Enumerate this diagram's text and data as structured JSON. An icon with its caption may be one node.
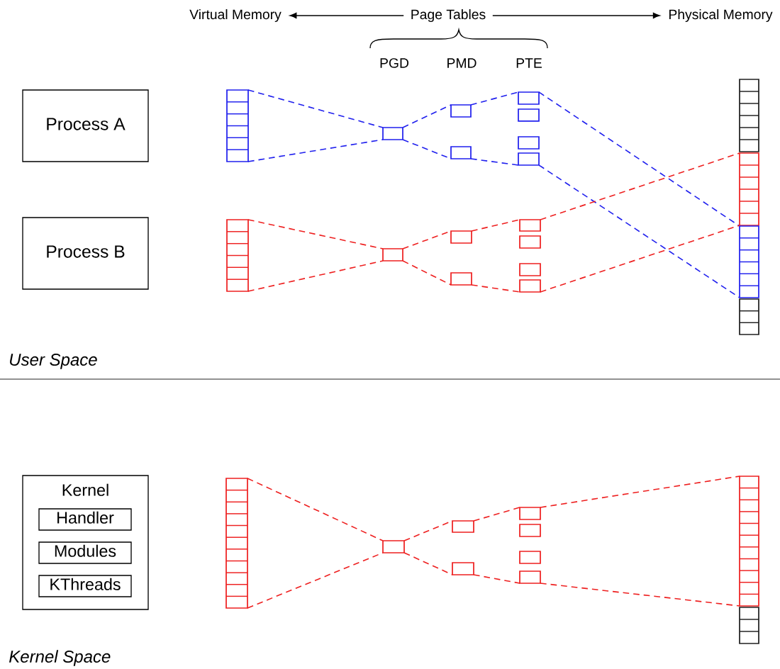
{
  "diagram": {
    "nodes": [
      {
        "text": [
          "Virtual Memory"
        ]
      },
      {
        "text": [
          "Page Tables"
        ]
      },
      {
        "text": [
          "Physical Memory"
        ]
      },
      {
        "text": [
          "Process A"
        ]
      },
      {
        "text": [
          "Process B"
        ]
      },
      {
        "text": [
          "Kernel"
        ]
      },
      {
        "text": [
          "Handler"
        ],
        "in": 5
      },
      {
        "text": [
          "Modules"
        ],
        "in": 5
      },
      {
        "text": [
          "KThreads"
        ],
        "in": 5
      },
      {
        "text": [],
        "shape": "box"
      },
      {
        "text": [],
        "shape": "box"
      },
      {
        "text": [],
        "shape": "box"
      },
      {
        "text": [],
        "shape": "box"
      },
      {
        "text": [],
        "shape": "box"
      },
      {
        "text": [],
        "shape": "box"
      },
      {
        "text": [],
        "shape": "box"
      },
      {
        "text": [],
        "shape": "box"
      },
      {
        "text": [],
        "shape": "box"
      },
      {
        "text": [],
        "shape": "box"
      },
      {
        "text": [],
        "shape": "box"
      },
      {
        "text": [],
        "shape": "box"
      },
      {
        "text": [],
        "shape": "box"
      },
      {
        "text": [],
        "shape": "box"
      },
      {
        "text": [],
        "shape": "box"
      },
      {
        "text": [],
        "shape": "box"
      },
      {
        "text": [],
        "shape": "box"
      },
      {
        "text": [],
        "shape": "box"
      },
      {
        "text": [],
        "shape": "box"
      },
      {
        "text": [],
        "shape": "box"
      },
      {
        "text": [],
        "shape": "box"
      },
      {
        "text": [],
        "shape": "box"
      },
      {
        "text": [],
        "shape": "box"
      },
      {
        "text": [],
        "shape": "box"
      },
      {
        "text": [],
        "shape": "box"
      },
      {
        "text": [],
        "shape": "box"
      },
      {
        "text": [],
        "shape": "box"
      },
      {
        "text": [],
        "shape": "box"
      },
      {
        "text": [],
        "shape": "box"
      },
      {
        "text": [],
        "shape": "box"
      }
    ],
    "edges": [
      {
        "from": 1,
        "to": 0,
        "arrow": "to",
        "color": "#000000"
      },
      {
        "from": 1,
        "to": 2,
        "arrow": "to",
        "color": "#000000"
      },
      {
        "from": 9,
        "to": 10,
        "arrow": "none",
        "style": "dashed",
        "color": "#2020ee"
      },
      {
        "from": 9,
        "to": 10,
        "arrow": "none",
        "style": "dashed",
        "color": "#2020ee"
      },
      {
        "from": 10,
        "to": 11,
        "arrow": "none",
        "style": "dashed",
        "color": "#2020ee"
      },
      {
        "from": 10,
        "to": 12,
        "arrow": "none",
        "style": "dashed",
        "color": "#2020ee"
      },
      {
        "from": 11,
        "to": 13,
        "arrow": "none",
        "style": "dashed",
        "color": "#2020ee"
      },
      {
        "from": 12,
        "to": 16,
        "arrow": "none",
        "style": "dashed",
        "color": "#2020ee"
      },
      {
        "from": 13,
        "to": 35,
        "arrow": "none",
        "style": "dashed",
        "color": "#2020ee"
      },
      {
        "from": 16,
        "to": 35,
        "arrow": "none",
        "style": "dashed",
        "color": "#2020ee"
      },
      {
        "from": 17,
        "to": 18,
        "arrow": "none",
        "style": "dashed",
        "color": "#ee2020"
      },
      {
        "from": 17,
        "to": 18,
        "arrow": "none",
        "style": "dashed",
        "color": "#ee2020"
      },
      {
        "from": 18,
        "to": 19,
        "arrow": "none",
        "style": "dashed",
        "color": "#ee2020"
      },
      {
        "from": 18,
        "to": 20,
        "arrow": "none",
        "style": "dashed",
        "color": "#ee2020"
      },
      {
        "from": 19,
        "to": 21,
        "arrow": "none",
        "style": "dashed",
        "color": "#ee2020"
      },
      {
        "from": 20,
        "to": 24,
        "arrow": "none",
        "style": "dashed",
        "color": "#ee2020"
      },
      {
        "from": 21,
        "to": 34,
        "arrow": "none",
        "style": "dashed",
        "color": "#ee2020"
      },
      {
        "from": 24,
        "to": 34,
        "arrow": "none",
        "style": "dashed",
        "color": "#ee2020"
      },
      {
        "from": 25,
        "to": 26,
        "arrow": "none",
        "style": "dashed",
        "color": "#ee2020"
      },
      {
        "from": 25,
        "to": 26,
        "arrow": "none",
        "style": "dashed",
        "color": "#ee2020"
      },
      {
        "from": 26,
        "to": 27,
        "arrow": "none",
        "style": "dashed",
        "color": "#ee2020"
      },
      {
        "from": 26,
        "to": 28,
        "arrow": "none",
        "style": "dashed",
        "color": "#ee2020"
      },
      {
        "from": 27,
        "to": 29,
        "arrow": "none",
        "style": "dashed",
        "color": "#ee2020"
      },
      {
        "from": 28,
        "to": 32,
        "arrow": "none",
        "style": "dashed",
        "color": "#ee2020"
      },
      {
        "from": 29,
        "to": 37,
        "arrow": "none",
        "style": "dashed",
        "color": "#ee2020"
      },
      {
        "from": 32,
        "to": 37,
        "arrow": "none",
        "style": "dashed",
        "color": "#ee2020"
      }
    ],
    "labels": [
      "PGD",
      "PMD",
      "PTE",
      "User Space",
      "Kernel Space"
    ]
  }
}
